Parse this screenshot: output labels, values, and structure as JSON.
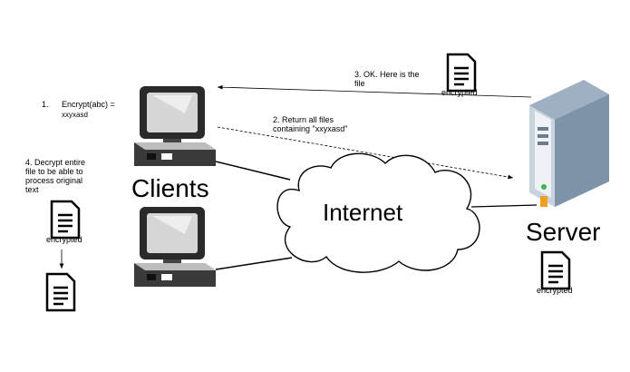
{
  "labels": {
    "clients": "Clients",
    "internet": "Internet",
    "server": "Server"
  },
  "steps": {
    "step1_num": "1.",
    "step1_text": "Encrypt(abc) =",
    "step1_value": "xxyxasd",
    "step2": "2. Return all files\ncontaining \"xxyxasd\"",
    "step3": "3. OK. Here is  the\nfile",
    "step4": "4. Decrypt entire\nfile to be able to\nprocess original\ntext"
  },
  "doc_label": "encrypted",
  "icons": {
    "client_top": "desktop-computer-icon",
    "client_bottom": "desktop-computer-icon",
    "server": "server-tower-icon",
    "cloud": "cloud-icon",
    "document": "document-icon"
  },
  "colors": {
    "line": "#000000",
    "monitor_body": "#2a2a2a",
    "screen": "#d9d9d9",
    "server_body": "#b9c7d6",
    "server_front": "#eef2f6",
    "connector": "#f0a020"
  }
}
